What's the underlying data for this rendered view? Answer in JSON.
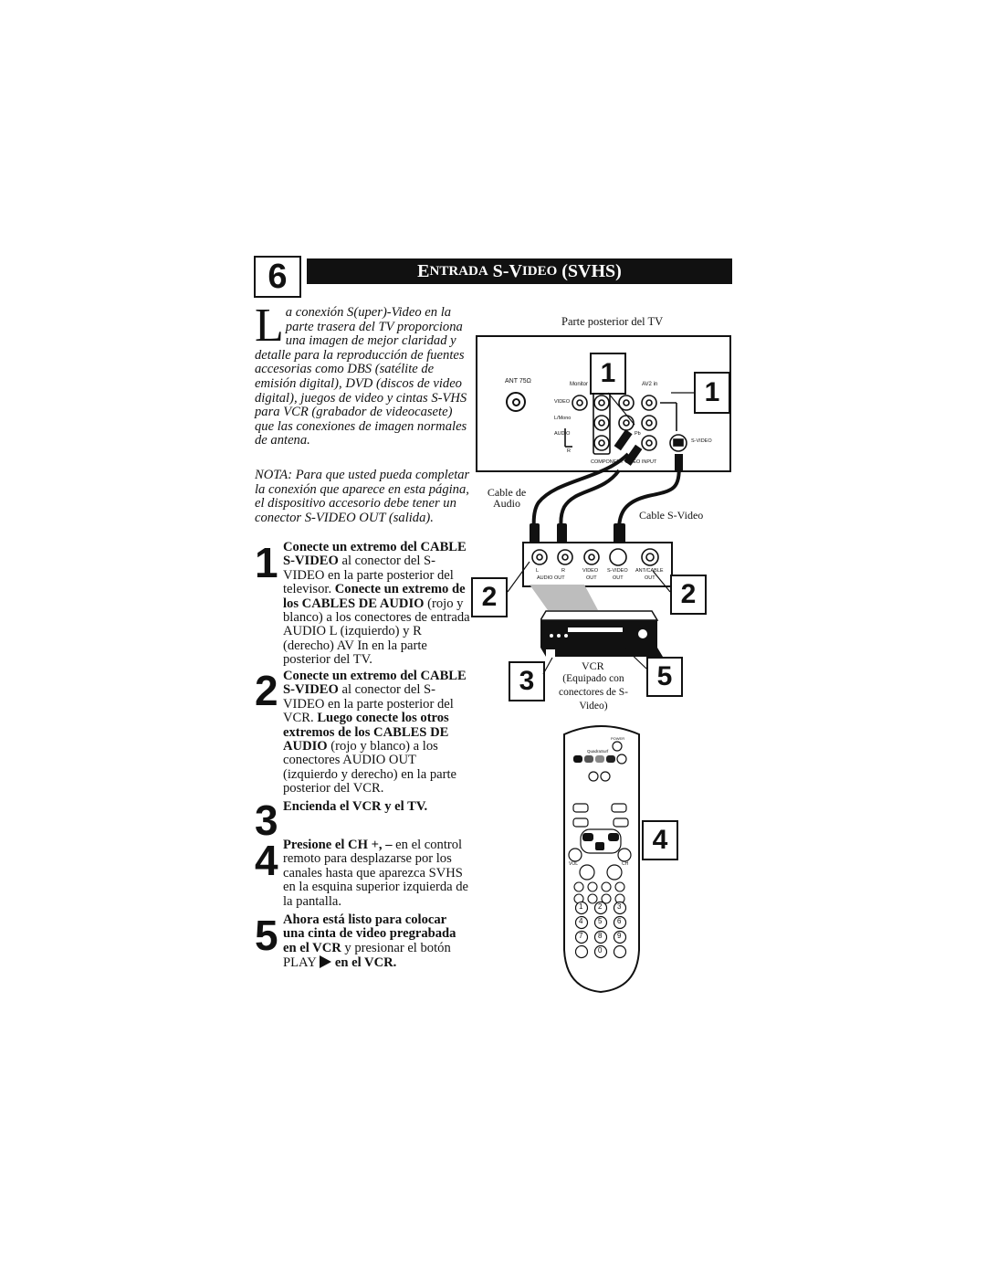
{
  "header": {
    "section_number": "6",
    "title_part1_cap": "E",
    "title_part1_rest": "NTRADA ",
    "title_part2_cap": "S-V",
    "title_part2_rest": "IDEO ",
    "title_part3": "(SVHS)"
  },
  "intro": {
    "dropcap": "L",
    "text": "a conexión S(uper)-Video en la parte trasera del TV proporciona una imagen de mejor claridad y detalle para la reproducción de fuentes accesorias como DBS (satélite de emisión digital), DVD (discos de video digital), juegos de video y cintas S-VHS para VCR (grabador de videocasete) que las conexiones de imagen normales de antena."
  },
  "nota": "NOTA: Para que usted pueda completar la conexión que aparece en esta página, el dispositivo accesorio debe tener un conector S-VIDEO OUT (salida).",
  "steps": [
    {
      "number": "1",
      "b1": "Conecte un extremo del CABLE S-VIDEO",
      "t1": " al conector del S-VIDEO en la parte posterior del televisor. ",
      "b2": "Conecte un extremo de los CABLES DE AUDIO",
      "t2": " (rojo y blanco) a los conectores de entrada AUDIO L (izquierdo) y R (derecho) AV In en la parte posterior del TV."
    },
    {
      "number": "2",
      "b1": "Conecte un extremo del CABLE S-VIDEO",
      "t1": " al conector del S-VIDEO en la parte posterior del VCR. ",
      "b2": "Luego conecte los otros extremos de los CABLES DE AUDIO",
      "t2": " (rojo y blanco) a los conectores AUDIO OUT (izquierdo y derecho) en la parte posterior del VCR."
    },
    {
      "number": "3",
      "b1": "Encienda el VCR y el TV."
    },
    {
      "number": "4",
      "b1": "Presione el  CH +, –",
      "t1": "  en el control remoto para desplazarse por los canales hasta que aparezca SVHS en la esquina superior izquierda de la pantalla."
    },
    {
      "number": "5",
      "b1": "Ahora está listo para colocar una cinta de video pregrabada en el VCR",
      "t1": " y presionar el botón PLAY ",
      "b2": "en el VCR."
    }
  ],
  "diagram": {
    "tv_back_label": "Parte posterior del TV",
    "cable_audio_label": "Cable de Audio",
    "cable_svideo_label": "Cable S-Video",
    "vcr_label": "VCR",
    "vcr_sub": "(Equipado con conectores de S-Video)",
    "tv_panel": {
      "ant": "ANT 75Ω",
      "monitor": "Monitor",
      "av2in": "AV2 in",
      "video": "VIDEO",
      "lmono": "L/Mono",
      "audio": "AUDIO",
      "r": "R",
      "pb": "Pb",
      "svideo": "S-VIDEO",
      "component": "COMPONENT VIDEO INPUT"
    },
    "vcr_panel": {
      "l": "L",
      "r": "R",
      "audio_out": "AUDIO OUT",
      "video": "VIDEO",
      "video_out": "OUT",
      "svideo": "S-VIDEO",
      "svideo_out": "OUT",
      "antcable": "ANT/CABLE",
      "out": "OUT"
    },
    "callouts": [
      "1",
      "1",
      "2",
      "2",
      "3",
      "5",
      "4"
    ],
    "remote": {
      "power": "POWER",
      "quadra": "QuadraSurf",
      "vol": "VOL",
      "ch": "CH",
      "keys": [
        "1",
        "2",
        "3",
        "4",
        "5",
        "6",
        "7",
        "8",
        "9",
        "0"
      ]
    }
  },
  "colors": {
    "ink": "#111111",
    "shadow": "#bdbdbd"
  }
}
